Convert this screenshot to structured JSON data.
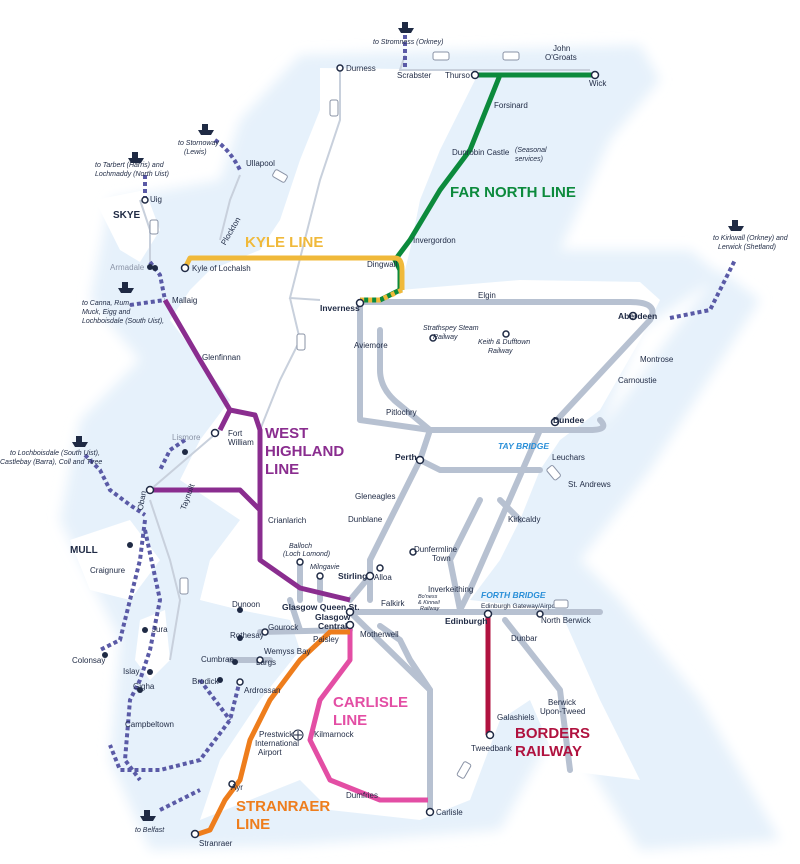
{
  "colors": {
    "water": "#e6f1fb",
    "land": "#ffffff",
    "network": "#b7c1d1",
    "far_north": "#0c8a3c",
    "kyle": "#f0b93a",
    "west_highland": "#8a2d8f",
    "carlisle": "#e34ea4",
    "stranraer": "#ee7d1c",
    "borders": "#b0123f",
    "ferry": "#5a5aa6",
    "text": "#1f2a44",
    "water_text": "#2a8fd8"
  },
  "line_titles": {
    "far_north": "FAR NORTH LINE",
    "kyle": "KYLE LINE",
    "west_highland": [
      "WEST",
      "HIGHLAND",
      "LINE"
    ],
    "carlisle": [
      "CARLISLE",
      "LINE"
    ],
    "stranraer": [
      "STRANRAER",
      "LINE"
    ],
    "borders": [
      "BORDERS",
      "RAILWAY"
    ]
  },
  "islands": {
    "skye": "SKYE",
    "mull": "MULL"
  },
  "bridges": {
    "tay": "TAY BRIDGE",
    "forth": "FORTH BRIDGE"
  },
  "ferries": {
    "stromness": "to Stromness (Orkney)",
    "stornoway": [
      "to Stornoway",
      "(Lewis)"
    ],
    "tarbert": [
      "to Tarbert (Harris) and",
      "Lochmaddy (North Uist)"
    ],
    "canna": [
      "to Canna, Rum,",
      "Muck, Eigg and",
      "Lochboisdale (South Uist),"
    ],
    "lochboisdale": [
      "to Lochboisdale (South Uist),",
      "Castlebay (Barra), Coll and Tiree"
    ],
    "kirkwall": [
      "to Kirkwall (Orkney) and",
      "Lerwick (Shetland)"
    ],
    "belfast": "to Belfast"
  },
  "stations": {
    "thurso": "Thurso",
    "wick": "Wick",
    "john_ogroats": [
      "John",
      "O'Groats"
    ],
    "scrabster": "Scrabster",
    "durness": "Durness",
    "forsinard": "Forsinard",
    "dunrobin": "Dunrobin Castle",
    "dunrobin_note": [
      "(Seasonal",
      "services)"
    ],
    "invergordon": "Invergordon",
    "dingwall": "Dingwall",
    "inverness": "Inverness",
    "ullapool": "Ullapool",
    "plockton": "Plockton",
    "kyle": "Kyle of Lochalsh",
    "uig": "Uig",
    "armadale": "Armadale",
    "mallaig": "Mallaig",
    "glenfinnan": "Glenfinnan",
    "fort_william": [
      "Fort",
      "William"
    ],
    "lismore": "Lismore",
    "oban": "Oban",
    "taynuilt": "Taynuilt",
    "crianlarich": "Crianlarich",
    "craignure": "Craignure",
    "jura": "Jura",
    "colonsay": "Colonsay",
    "islay": "Islay",
    "gigha": "Gigha",
    "campbeltown": "Campbeltown",
    "elgin": "Elgin",
    "aberdeen": "Aberdeen",
    "aviemore": "Aviemore",
    "strathspey": [
      "Strathspey Steam",
      "Railway"
    ],
    "keith": [
      "Keith & Dufftown",
      "Railway"
    ],
    "montrose": "Montrose",
    "carnoustie": "Carnoustie",
    "pitlochry": "Pitlochry",
    "dundee": "Dundee",
    "perth": "Perth",
    "leuchars": "Leuchars",
    "st_andrews": "St. Andrews",
    "gleneagles": "Gleneagles",
    "dunblane": "Dunblane",
    "kirkcaldy": "Kirkcaldy",
    "balloch": [
      "Balloch",
      "(Loch Lomond)"
    ],
    "milngavie": "Milngavie",
    "dunfermline": [
      "Dunfermline",
      "Town"
    ],
    "stirling": "Stirling",
    "alloa": "Alloa",
    "inverkeithing": "Inverkeithing",
    "boness": [
      "Bo'ness",
      "& Kinneil",
      "Railway"
    ],
    "edinburgh_gateway": "Edinburgh Gateway/Airport",
    "north_berwick": "North Berwick",
    "dunoon": "Dunoon",
    "glasgow_queen_st": "Glasgow Queen St.",
    "glasgow_central": [
      "Glasgow",
      "Central"
    ],
    "falkirk": "Falkirk",
    "edinburgh": "Edinburgh",
    "gourock": "Gourock",
    "rothesay": "Rothesay",
    "wemyss_bay": "Wemyss Bay",
    "paisley": "Paisley",
    "motherwell": "Motherwell",
    "dunbar": "Dunbar",
    "cumbrae": "Cumbrae",
    "largs": "Largs",
    "brodick": "Brodick",
    "ardrossan": "Ardrossan",
    "berwick": [
      "Berwick",
      "Upon-Tweed"
    ],
    "galashiels": "Galashiels",
    "prestwick": [
      "Prestwick",
      "International",
      "Airport"
    ],
    "kilmarnock": "Kilmarnock",
    "tweedbank": "Tweedbank",
    "ayr": "Ayr",
    "dumfries": "Dumfries",
    "carlisle": "Carlisle",
    "stranraer": "Stranraer"
  }
}
